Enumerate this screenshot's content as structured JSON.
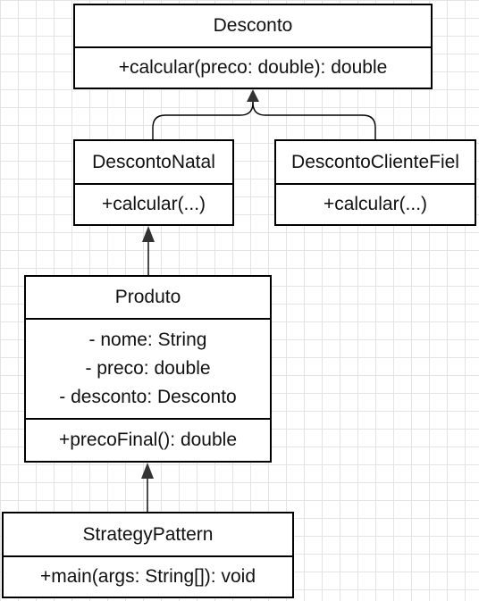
{
  "classes": {
    "desconto": {
      "name": "Desconto",
      "methods": [
        "+calcular(preco: double): double"
      ]
    },
    "descontoNatal": {
      "name": "DescontoNatal",
      "methods": [
        "+calcular(...)"
      ]
    },
    "descontoClienteFiel": {
      "name": "DescontoClienteFiel",
      "methods": [
        "+calcular(...)"
      ]
    },
    "produto": {
      "name": "Produto",
      "attributes": [
        "- nome: String",
        "- preco: double",
        "- desconto: Desconto"
      ],
      "methods": [
        "+precoFinal(): double"
      ]
    },
    "strategyPattern": {
      "name": "StrategyPattern",
      "methods": [
        "+main(args: String[]): void"
      ]
    }
  },
  "colors": {
    "border": "#000000",
    "grid": "#e4e4e4",
    "text": "#111111"
  }
}
